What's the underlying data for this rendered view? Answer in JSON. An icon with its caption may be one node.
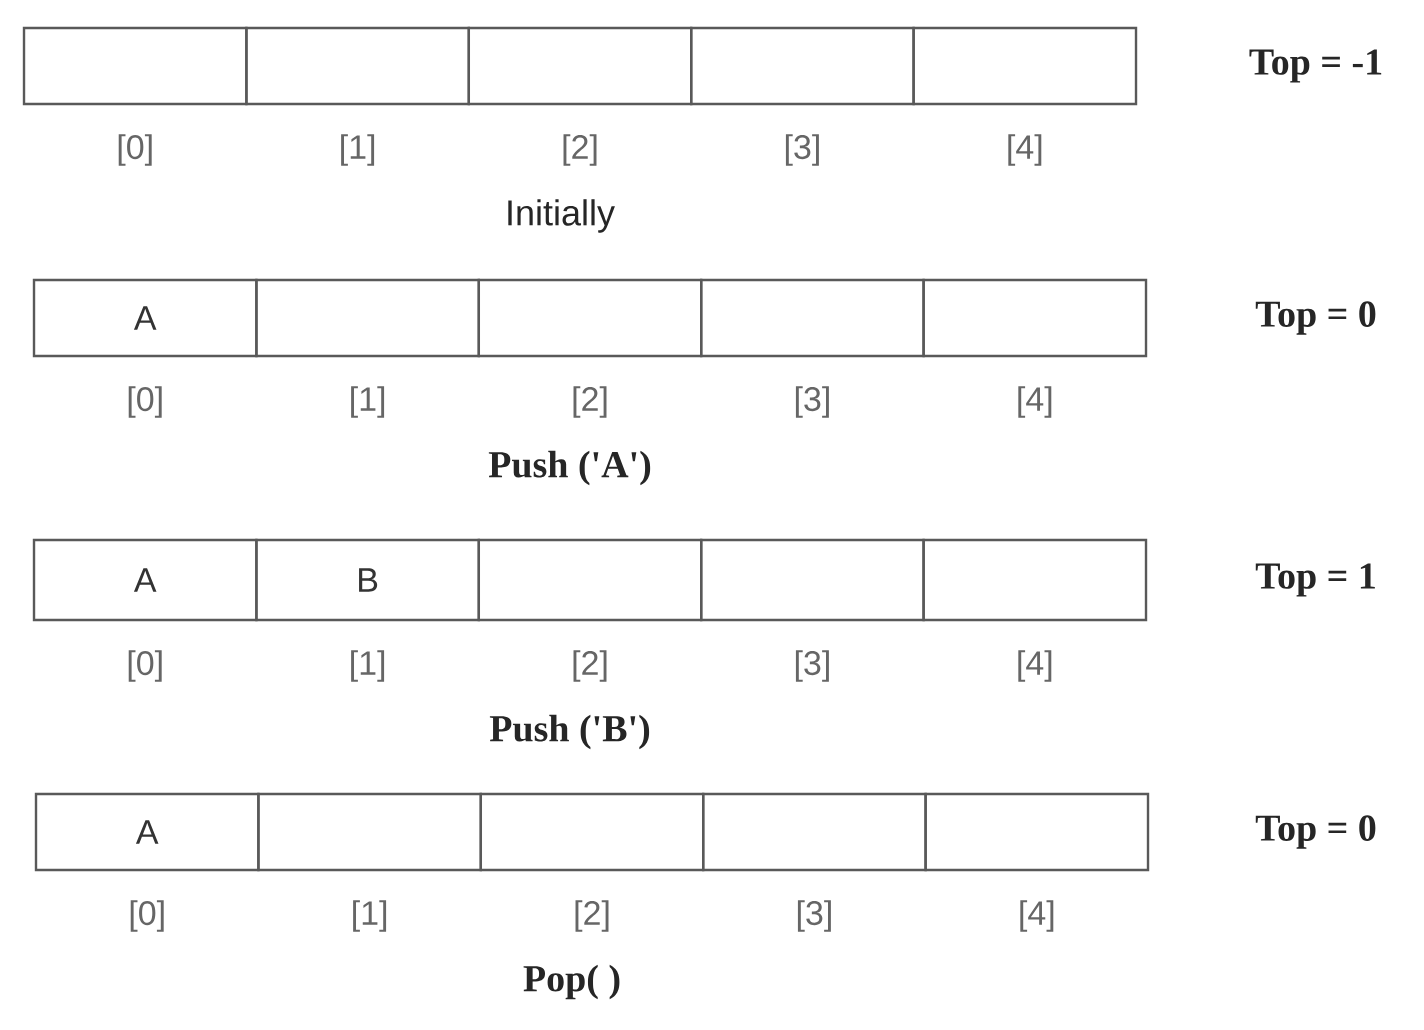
{
  "diagram": {
    "nodes": [
      {
        "text": [],
        "shape": "box",
        "beside": [
          "[0]"
        ]
      },
      {
        "text": [],
        "shape": "box",
        "beside": [
          "[1]"
        ]
      },
      {
        "text": [],
        "shape": "box",
        "beside": [
          "[2]"
        ]
      },
      {
        "text": [],
        "shape": "box",
        "beside": [
          "[3]"
        ]
      },
      {
        "text": [],
        "shape": "box",
        "beside": [
          "[4]"
        ]
      },
      {
        "text": [
          "A"
        ],
        "beside": [
          "[0]"
        ]
      },
      {
        "text": [],
        "shape": "box",
        "beside": [
          "[1]"
        ]
      },
      {
        "text": [],
        "shape": "box",
        "beside": [
          "[2]"
        ]
      },
      {
        "text": [],
        "shape": "box",
        "beside": [
          "[3]"
        ]
      },
      {
        "text": [],
        "shape": "box",
        "beside": [
          "[4]"
        ]
      },
      {
        "text": [
          "A"
        ],
        "beside": [
          "[0]"
        ]
      },
      {
        "text": [
          "B"
        ],
        "beside": [
          "[1]"
        ]
      },
      {
        "text": [],
        "shape": "box",
        "beside": [
          "[2]"
        ]
      },
      {
        "text": [],
        "shape": "box",
        "beside": [
          "[3]"
        ]
      },
      {
        "text": [],
        "shape": "box",
        "beside": [
          "[4]"
        ]
      },
      {
        "text": [
          "A"
        ],
        "beside": [
          "[0]"
        ]
      },
      {
        "text": [],
        "shape": "box",
        "beside": [
          "[1]"
        ]
      },
      {
        "text": [],
        "shape": "box",
        "beside": [
          "[2]"
        ]
      },
      {
        "text": [],
        "shape": "box",
        "beside": [
          "[3]"
        ]
      },
      {
        "text": [],
        "shape": "box",
        "beside": [
          "[4]"
        ]
      }
    ],
    "labels": [
      "Top = -1",
      "Initially",
      "Top = 0",
      "Push ('A')",
      "Top = 1",
      "Push ('B')",
      "Top = 0",
      "Pop( )"
    ]
  }
}
